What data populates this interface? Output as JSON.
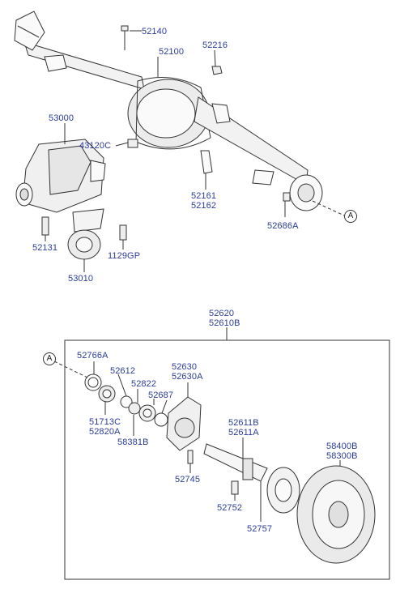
{
  "labels": {
    "p52140": "52140",
    "p52100": "52100",
    "p52216": "52216",
    "p53000": "53000",
    "p43120c": "43120C",
    "p52161": "52161",
    "p52162": "52162",
    "p52686a": "52686A",
    "p52131": "52131",
    "p1129gp": "1129GP",
    "p53010": "53010",
    "p52620": "52620",
    "p52610b": "52610B",
    "p52766a": "52766A",
    "p52612": "52612",
    "p52822": "52822",
    "p52630": "52630",
    "p52630a": "52630A",
    "p52687": "52687",
    "p51713c": "51713C",
    "p52820a": "52820A",
    "p58381b": "58381B",
    "p52611b": "52611B",
    "p52611a": "52611A",
    "p58400b": "58400B",
    "p58300b": "58300B",
    "p52745": "52745",
    "p52752": "52752",
    "p52757": "52757"
  },
  "callouts": {
    "top": "A",
    "bottom": "A"
  },
  "colors": {
    "label": "#2b3c9b",
    "line": "#333333"
  }
}
